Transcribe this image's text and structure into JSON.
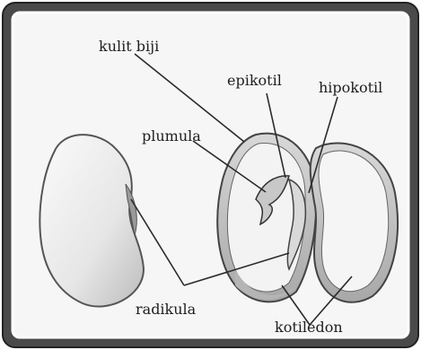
{
  "labels": {
    "seed_coat": "kulit biji",
    "epicotyl": "epikotil",
    "hypocotyl": "hipokotil",
    "plumule": "plumula",
    "radicle": "radikula",
    "cotyledon": "kotiledon"
  },
  "colors": {
    "frame_outer": "#3a3a3a",
    "frame_inner": "#ffffff",
    "panel_bg": "#f4f4f4",
    "seed_fill": "#ececec",
    "seed_shade": "#bdbdbd",
    "line": "#2b2b2b"
  }
}
